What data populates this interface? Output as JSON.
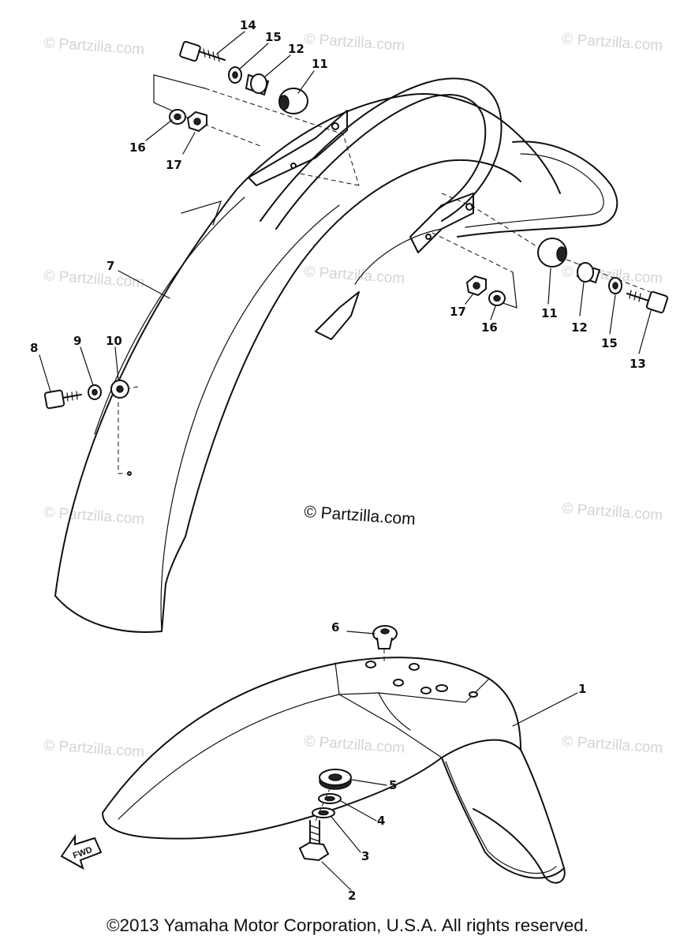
{
  "watermark_text": "© Partzilla.com",
  "center_watermark": "© Partzilla.com",
  "copyright": "©2013 Yamaha Motor Corporation, U.S.A. All rights reserved.",
  "fwd_label": "FWD",
  "callouts": {
    "c1": "1",
    "c2": "2",
    "c3": "3",
    "c4": "4",
    "c5": "5",
    "c6": "6",
    "c7": "7",
    "c8": "8",
    "c9": "9",
    "c10": "10",
    "c11a": "11",
    "c11b": "11",
    "c12a": "12",
    "c12b": "12",
    "c13": "13",
    "c14": "14",
    "c15a": "15",
    "c15b": "15",
    "c16a": "16",
    "c16b": "16",
    "c17a": "17",
    "c17b": "17"
  }
}
